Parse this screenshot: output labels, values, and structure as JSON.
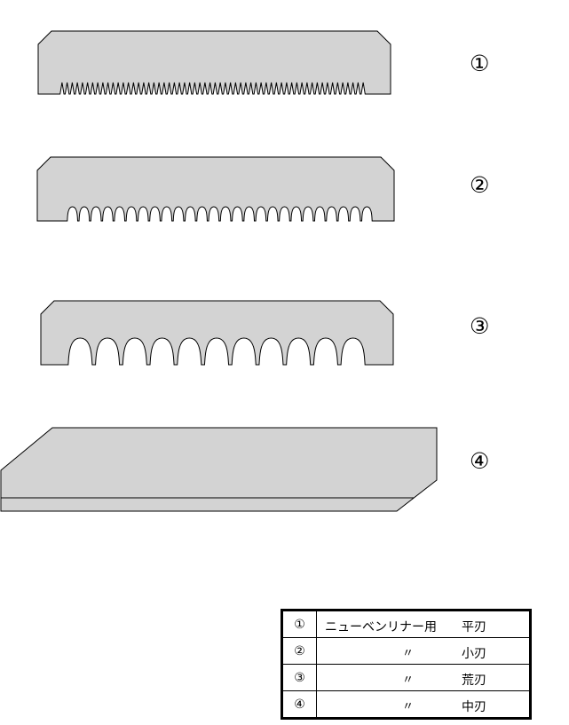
{
  "colors": {
    "blade_fill": "#d3d3d3",
    "stroke": "#000000",
    "background": "#ffffff"
  },
  "blades": [
    {
      "id": "1",
      "marker": "①",
      "edge": "fine-serrated",
      "tooth_count": 60
    },
    {
      "id": "2",
      "marker": "②",
      "edge": "small-teeth",
      "tooth_count": 26
    },
    {
      "id": "3",
      "marker": "③",
      "edge": "coarse-teeth",
      "tooth_count": 12
    },
    {
      "id": "4",
      "marker": "④",
      "edge": "straight-beveled",
      "tooth_count": 0
    }
  ],
  "legend": {
    "rows": [
      {
        "marker": "①",
        "name": "ニューベンリナー用",
        "ditto": "",
        "type": "平刃"
      },
      {
        "marker": "②",
        "name": "",
        "ditto": "〃",
        "type": "小刃"
      },
      {
        "marker": "③",
        "name": "",
        "ditto": "〃",
        "type": "荒刃"
      },
      {
        "marker": "④",
        "name": "",
        "ditto": "〃",
        "type": "中刃"
      }
    ]
  }
}
